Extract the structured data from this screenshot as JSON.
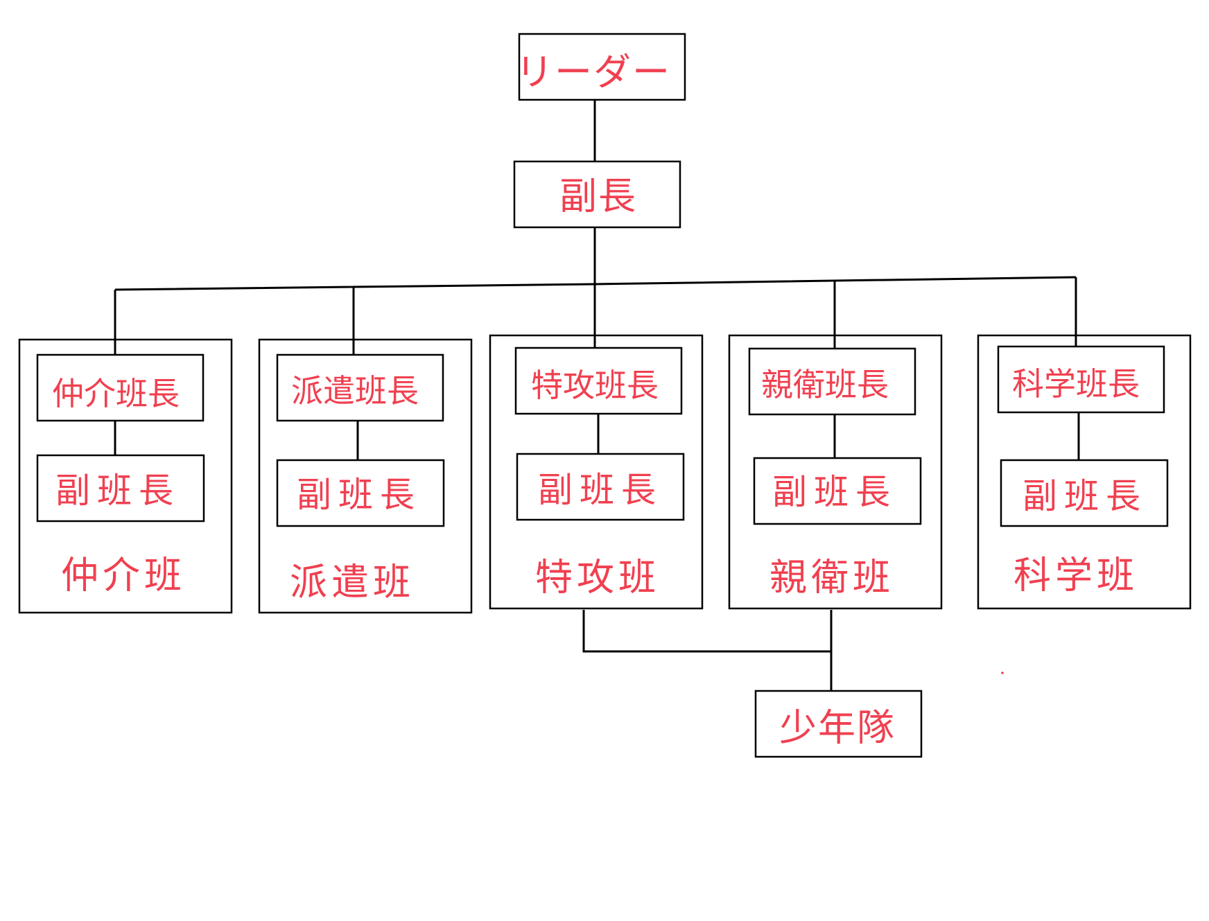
{
  "leader": {
    "label": "リーダー"
  },
  "deputy": {
    "label": "副長"
  },
  "squads": [
    {
      "id": "chukai",
      "lead": "仲介班長",
      "sub": "副班長",
      "team": "仲介班"
    },
    {
      "id": "haken",
      "lead": "派遣班長",
      "sub": "副班長",
      "team": "派遣班"
    },
    {
      "id": "tokko",
      "lead": "特攻班長",
      "sub": "副班長",
      "team": "特攻班"
    },
    {
      "id": "shinei",
      "lead": "親衛班長",
      "sub": "副班長",
      "team": "親衛班"
    },
    {
      "id": "kagaku",
      "lead": "科学班長",
      "sub": "副班長",
      "team": "科学班"
    }
  ],
  "youth": {
    "label": "少年隊"
  },
  "colors": {
    "text": "#f04050",
    "line": "#000000",
    "background": "#ffffff"
  }
}
